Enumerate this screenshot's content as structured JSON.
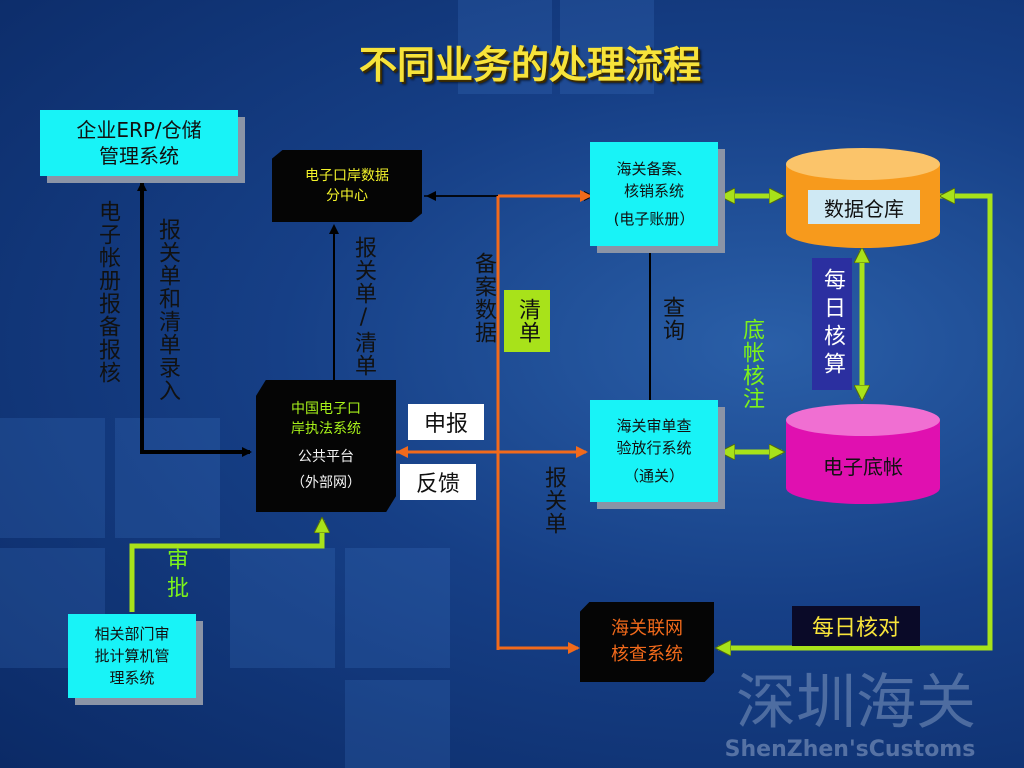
{
  "title": "不同业务的处理流程",
  "nodes": {
    "erp": {
      "line1": "企业ERP/仓储",
      "line2": "管理系统"
    },
    "port_data_center": {
      "line1": "电子口岸数据",
      "line2": "分中心"
    },
    "customs_record": {
      "line1": "海关备案、",
      "line2": "核销系统",
      "line3": "(电子账册）"
    },
    "data_warehouse": {
      "label": "数据仓库"
    },
    "china_eport": {
      "line1": "中国电子口",
      "line2": "岸执法系统",
      "line3": "公共平台",
      "line4": "（外部网）"
    },
    "customs_review": {
      "line1": "海关审单查",
      "line2": "验放行系统",
      "line3": "（通关）"
    },
    "electronic_ledger": {
      "label": "电子底帐"
    },
    "dept_approval": {
      "line1": "相关部门审",
      "line2": "批计算机管",
      "line3": "理系统"
    },
    "customs_network": {
      "line1": "海关联网",
      "line2": "核查系统"
    }
  },
  "edge_labels": {
    "e_ledger_report": "电子帐册报备报核",
    "declaration_entry": "报关单和清单录入",
    "declaration_list": "报关单/清单",
    "record_data": "备案数据",
    "manifest": "清单",
    "query": "查询",
    "ledger_verify": "底帐核注",
    "daily_calc": "每日核算",
    "declare": "申报",
    "feedback": "反馈",
    "declaration": "报关单",
    "approval": "审批",
    "daily_check": "每日核对"
  },
  "watermark": {
    "cn": "深圳海关",
    "en": "ShenZhen'sCustoms"
  },
  "colors": {
    "cyan_box": "#18f3f7",
    "orange_cyl": "#f79a1c",
    "magenta_cyl": "#e010b0",
    "green_arrow": "#a8e21a",
    "orange_arrow": "#f26a1b",
    "title": "#f7e33a"
  }
}
